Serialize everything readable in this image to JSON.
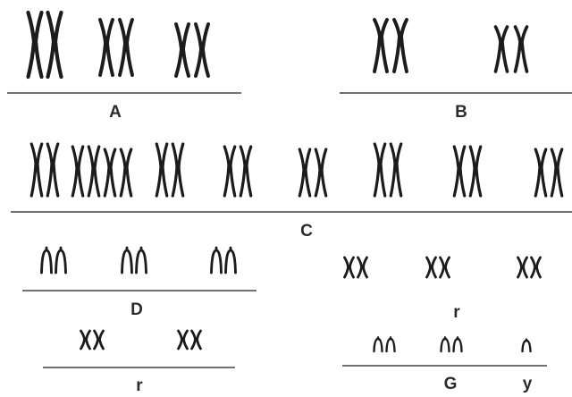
{
  "colors": {
    "ink": "#1c1c1c",
    "line": "#444444",
    "label": "#2b2b2b"
  },
  "groups": [
    {
      "id": "A",
      "label": "A"
    },
    {
      "id": "B",
      "label": "B"
    },
    {
      "id": "C",
      "label": "C"
    },
    {
      "id": "D",
      "label": "D"
    },
    {
      "id": "r1",
      "label": "r"
    },
    {
      "id": "r2",
      "label": "r"
    },
    {
      "id": "G",
      "label": "G"
    },
    {
      "id": "y",
      "label": "y"
    }
  ]
}
